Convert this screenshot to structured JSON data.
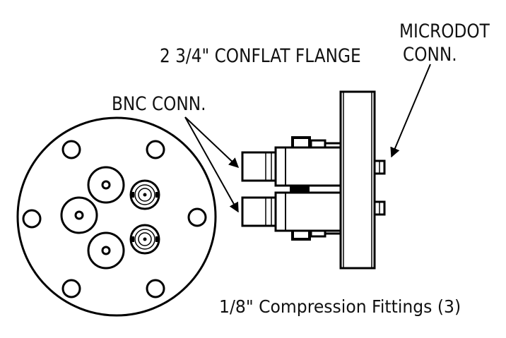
{
  "labels": {
    "flange": "2 3/4\" CONFLAT FLANGE",
    "bnc": "BNC CONN.",
    "microdot_line1": "MICRODOT",
    "microdot_line2": "CONN.",
    "fittings": "1/8\" Compression Fittings (3)"
  },
  "colors": {
    "line": "#000000",
    "background": "#ffffff"
  }
}
